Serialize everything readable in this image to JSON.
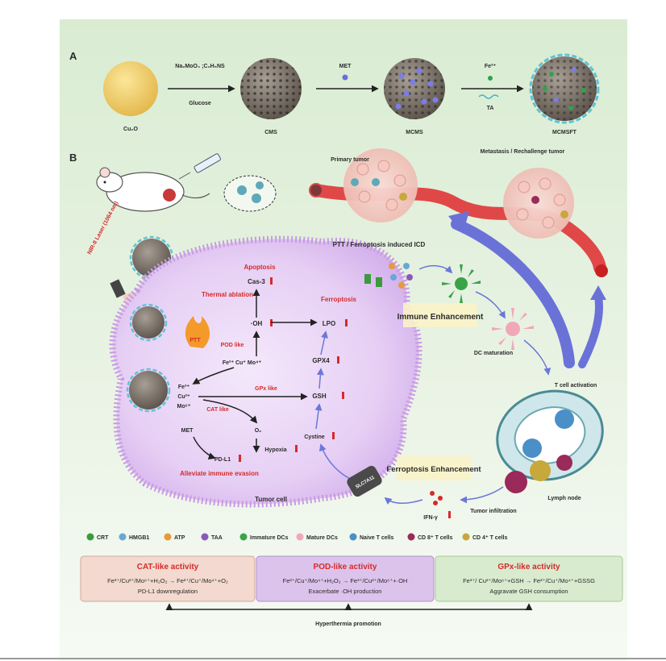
{
  "panelA": {
    "label": "A",
    "stage1": "Cu₂O",
    "reagent1_top": "Na₂MoO₄ ;C₂H₅NS",
    "reagent1_bottom": "Glucose",
    "stage2": "CMS",
    "reagent2": "MET",
    "stage3": "MCMS",
    "reagent3_top": "Fe³⁺",
    "reagent3_bottom": "TA",
    "stage4": "MCMSFT"
  },
  "panelB": {
    "label": "B",
    "laser": "NIR-II Laser (1064 nm)",
    "primary_tumor": "Primary tumor",
    "metastasis_tumor": "Metastasis / Rechallenge tumor",
    "ptt_icd": "PTT / Ferroptosis induced ICD",
    "immune_enhancement": "Immune Enhancement",
    "dc_maturation": "DC maturation",
    "t_cell_activation": "T cell activation",
    "lymph_node": "Lymph node",
    "tumor_infiltration": "Tumor infiltration",
    "ifn": "IFN-γ",
    "ferroptosis_enhancement": "Ferroptosis Enhancement",
    "slc_label": "SLC7A11",
    "tumor_cell": "Tumor cell",
    "apoptosis": "Apoptosis",
    "cas3": "Cas-3",
    "thermal_ablation": "Thermal ablation",
    "ptt": "PTT",
    "ferroptosis": "Ferroptosis",
    "oh": "·OH",
    "lpo": "LPO",
    "pod_like": "POD like",
    "gpx4": "GPX4",
    "ions_center": "Fe²⁺ Cu⁺ Mo⁴⁺",
    "ions_left_1": "Fe³⁺",
    "ions_left_2": "Cu²⁺",
    "ions_left_3": "Mo⁶⁺",
    "gpx_like": "GPx like",
    "gsh": "GSH",
    "cat_like": "CAT like",
    "met": "MET",
    "o2": "O₂",
    "cystine": "Cystine",
    "hypoxia": "Hypoxia",
    "pdl1": "PD-L1",
    "alleviate": "Alleviate immune evasion"
  },
  "legend": [
    {
      "label": "CRT",
      "color": "#3b9a3b"
    },
    {
      "label": "HMGB1",
      "color": "#6aa6d8"
    },
    {
      "label": "ATP",
      "color": "#e69a3a"
    },
    {
      "label": "TAA",
      "color": "#8b5ab8"
    },
    {
      "label": "Immature DCs",
      "color": "#3aa34a"
    },
    {
      "label": "Mature DCs",
      "color": "#f0a8b8"
    },
    {
      "label": "Naive T cells",
      "color": "#4a8fc8"
    },
    {
      "label": "CD 8⁺ T cells",
      "color": "#9a2a5a"
    },
    {
      "label": "CD 4⁺ T cells",
      "color": "#c8a83a"
    }
  ],
  "boxes": [
    {
      "title": "CAT-like activity",
      "line1": "Fe³⁺/Cu²⁺/Mo⁶⁺+H₂O₂ → Fe²⁺/Cu⁺/Mo⁴⁺+O₂",
      "line2": "PD-L1 downregulation",
      "fill": "#f3d9cf",
      "stroke": "#d3a898",
      "titleColor": "#d62a2a"
    },
    {
      "title": "POD-like activity",
      "line1": "Fe²⁺/Cu⁺/Mo⁴⁺+H₂O₂ → Fe³⁺/Cu²⁺/Mo⁶⁺+·OH",
      "line2": "Exacerbate ·OH production",
      "fill": "#dcc3ec",
      "stroke": "#b090cc",
      "titleColor": "#d62a2a"
    },
    {
      "title": "GPx-like activity",
      "line1": "Fe³⁺/ Cu²⁺/Mo⁶⁺+GSH → Fe²⁺/Cu⁺/Mo⁴⁺+GSSG",
      "line2": "Aggravate GSH consumption",
      "fill": "#d8ebcf",
      "stroke": "#a8c898",
      "titleColor": "#d62a2a"
    }
  ],
  "hyperthermia": "Hyperthermia promotion"
}
